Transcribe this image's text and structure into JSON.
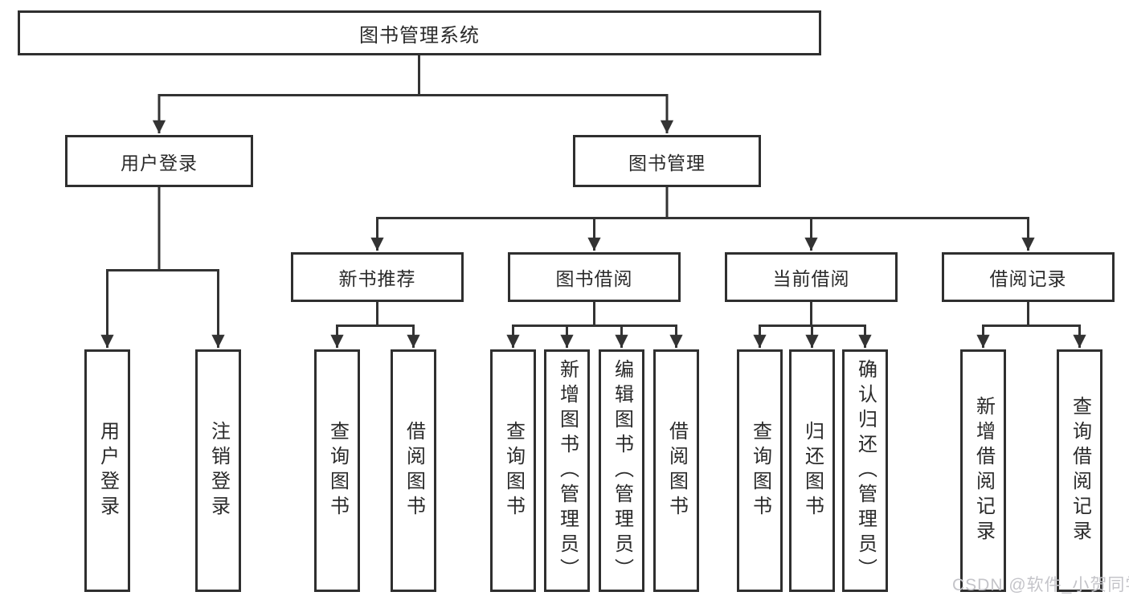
{
  "diagram": {
    "root": {
      "label": "图书管理系统"
    },
    "level2": {
      "user_login": {
        "label": "用户登录"
      },
      "book_management": {
        "label": "图书管理"
      }
    },
    "level3": {
      "new_book_rec": {
        "label": "新书推荐"
      },
      "book_borrow": {
        "label": "图书借阅"
      },
      "current_borrow": {
        "label": "当前借阅"
      },
      "borrow_records": {
        "label": "借阅记录"
      }
    },
    "leaves": {
      "user_login_children": [
        "用户登录",
        "注销登录"
      ],
      "new_book_rec_children": [
        "查询图书",
        "借阅图书"
      ],
      "book_borrow_children": [
        "查询图书",
        "新增图书（管理员）",
        "编辑图书（管理员）",
        "借阅图书"
      ],
      "current_borrow_children": [
        "查询图书",
        "归还图书",
        "确认归还（管理员）"
      ],
      "borrow_records_children": [
        "新增借阅记录",
        "查询借阅记录"
      ]
    }
  },
  "watermark": {
    "text": "CSDN @软件_小贺同学"
  },
  "colors": {
    "line": "#333333",
    "box_border": "#2f2f2f",
    "text": "#2a2a2a",
    "background": "#ffffff",
    "watermark": "#c4c4c9"
  }
}
